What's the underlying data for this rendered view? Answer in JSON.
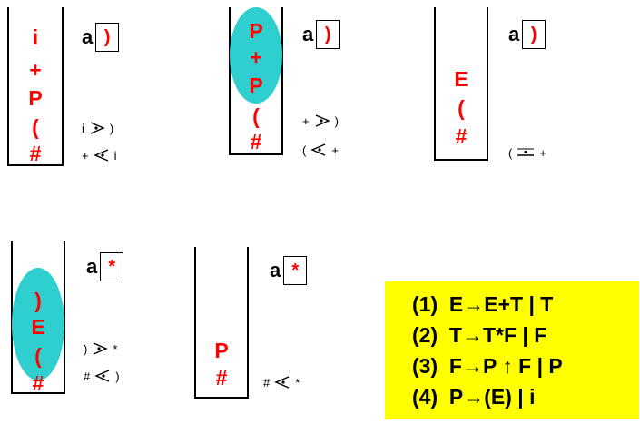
{
  "colors": {
    "symbol": "#ff0000",
    "handle_oval": "#2fcfcf",
    "grammar_bg": "#ffff00"
  },
  "stacks": [
    {
      "symbols": [
        "i",
        "+",
        "P",
        "(",
        "#"
      ],
      "input_char": "a",
      "input_symbol": ")",
      "relations": [
        {
          "left": "i",
          "op": "greater",
          "right": ")"
        },
        {
          "left": "+",
          "op": "less",
          "right": "i"
        }
      ]
    },
    {
      "symbols": [
        "P",
        "+",
        "P",
        "(",
        "#"
      ],
      "input_char": "a",
      "input_symbol": ")",
      "relations": [
        {
          "left": "+",
          "op": "greater",
          "right": ")"
        },
        {
          "left": "(",
          "op": "less",
          "right": "+"
        }
      ]
    },
    {
      "symbols": [
        "E",
        "(",
        "#"
      ],
      "input_char": "a",
      "input_symbol": ")",
      "relations": [
        {
          "left": "(",
          "op": "equal",
          "right": "+"
        }
      ]
    },
    {
      "symbols": [
        ")",
        "E",
        "(",
        "#"
      ],
      "input_char": "a",
      "input_symbol": "*",
      "relations": [
        {
          "left": ")",
          "op": "greater",
          "right": "*"
        },
        {
          "left": "#",
          "op": "less",
          "right": ")"
        }
      ]
    },
    {
      "symbols": [
        "P",
        "#"
      ],
      "input_char": "a",
      "input_symbol": "*",
      "relations": [
        {
          "left": "#",
          "op": "less",
          "right": "*"
        }
      ]
    }
  ],
  "grammar": [
    "(1)  E→E+T | T",
    "(2)  T→T*F | F",
    "(3)  F→P ↑ F | P",
    "(4)  P→(E) | i"
  ]
}
